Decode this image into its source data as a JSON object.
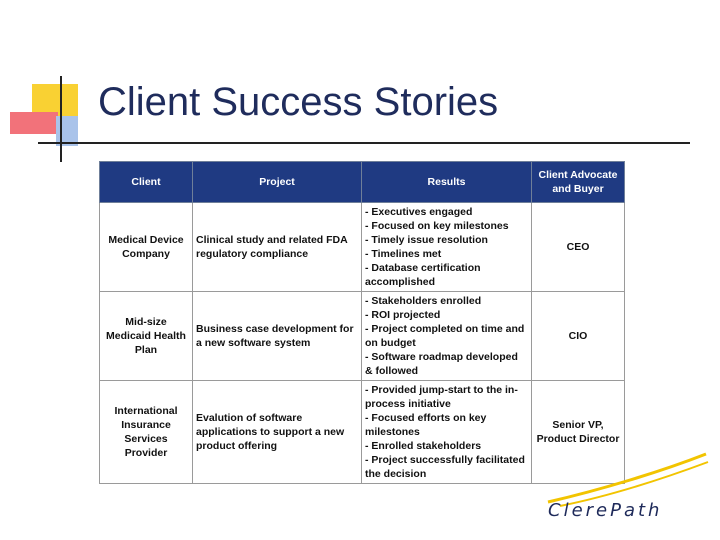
{
  "slide": {
    "title": "Client Success Stories"
  },
  "table": {
    "headers": {
      "client": "Client",
      "project": "Project",
      "results": "Results",
      "advocate": "Client Advocate and Buyer"
    },
    "rows": [
      {
        "client": "Medical Device Company",
        "project": "Clinical study and related FDA regulatory compliance",
        "results": [
          "- Executives engaged",
          "- Focused on key milestones",
          "- Timely issue resolution",
          "- Timelines met",
          "- Database certification accomplished"
        ],
        "advocate": "CEO"
      },
      {
        "client": "Mid-size Medicaid Health Plan",
        "project": "Business case development for a new software system",
        "results": [
          "- Stakeholders enrolled",
          "- ROI projected",
          "- Project completed on time and on budget",
          "- Software roadmap developed & followed"
        ],
        "advocate": "CIO"
      },
      {
        "client": "International Insurance Services Provider",
        "project": "Evalution of software applications to support a new product offering",
        "results": [
          "- Provided jump-start to the in-process initiative",
          "- Focused efforts on key milestones",
          "- Enrolled stakeholders",
          "- Project successfully facilitated the decision"
        ],
        "advocate": "Senior VP, Product Director"
      }
    ]
  },
  "logo": {
    "text": "ClerePath",
    "color": "#f2c400"
  }
}
